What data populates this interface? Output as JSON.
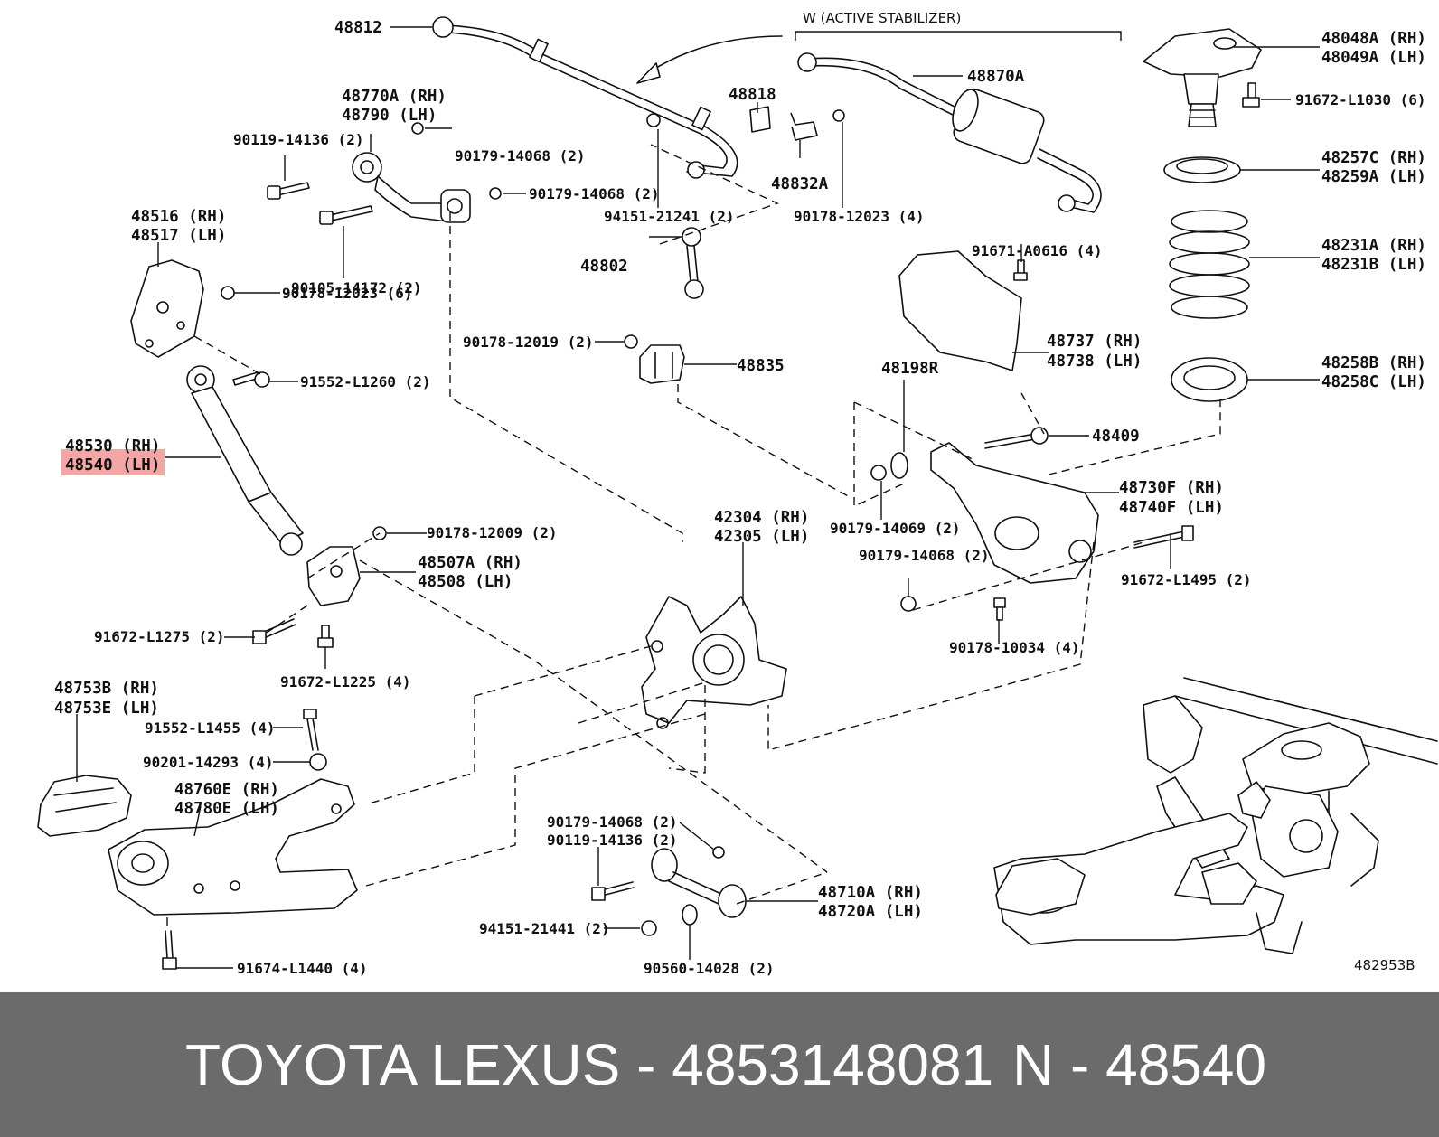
{
  "diagram": {
    "group_label": "W (ACTIVE STABILIZER)",
    "code": "482953B",
    "highlighted_label": "48540 (LH)",
    "labels": {
      "p48812": "48812",
      "p48870A": "48870A",
      "p48048A": "48048A (RH)",
      "p48049A": "48049A (LH)",
      "p91672_L1030": "91672-L1030 (6)",
      "p48770A": "48770A (RH)",
      "p48790": "48790 (LH)",
      "p90119_14136_top": "90119-14136 (2)",
      "p90179_14068_a": "90179-14068 (2)",
      "p90179_14068_b": "90179-14068 (2)",
      "p48818": "48818",
      "p48832A": "48832A",
      "p94151_21241": "94151-21241 (2)",
      "p90178_12023_4": "90178-12023 (4)",
      "p48257C": "48257C (RH)",
      "p48259A": "48259A (LH)",
      "p48516": "48516 (RH)",
      "p48517": "48517 (LH)",
      "p90105_14172": "90105-14172 (2)",
      "p90178_12023_6": "90178-12023 (6)",
      "p48802": "48802",
      "p91671_A0616": "91671-A0616 (4)",
      "p48231A": "48231A (RH)",
      "p48231B": "48231B (LH)",
      "p91552_L1260": "91552-L1260 (2)",
      "p90178_12019": "90178-12019 (2)",
      "p48835": "48835",
      "p48737": "48737 (RH)",
      "p48738": "48738 (LH)",
      "p48198R": "48198R",
      "p48258B": "48258B (RH)",
      "p48258C": "48258C (LH)",
      "p48530": "48530 (RH)",
      "p48409": "48409",
      "p48730F": "48730F (RH)",
      "p48740F": "48740F (LH)",
      "p90179_14069": "90179-14069 (2)",
      "p42304": "42304 (RH)",
      "p42305": "42305 (LH)",
      "p90178_12009": "90178-12009 (2)",
      "p48507A": "48507A (RH)",
      "p48508": "48508 (LH)",
      "p90179_14068_c": "90179-14068 (2)",
      "p91672_L1495": "91672-L1495 (2)",
      "p91672_L1275": "91672-L1275 (2)",
      "p90178_10034": "90178-10034 (4)",
      "p91672_L1225": "91672-L1225 (4)",
      "p48753B": "48753B (RH)",
      "p48753E": "48753E (LH)",
      "p91552_L1455": "91552-L1455 (4)",
      "p90201_14293": "90201-14293 (4)",
      "p48760E": "48760E (RH)",
      "p48780E": "48780E (LH)",
      "p90179_14068_d": "90179-14068 (2)",
      "p90119_14136_bot": "90119-14136 (2)",
      "p48710A": "48710A (RH)",
      "p48720A": "48720A (LH)",
      "p94151_21441": "94151-21441 (2)",
      "p91674_L1440": "91674-L1440 (4)",
      "p90560_14028": "90560-14028 (2)"
    }
  },
  "footer": {
    "title": "TOYOTA LEXUS - 4853148081",
    "ref": "N - 48540"
  },
  "colors": {
    "footer_bg": "#6b6b6b",
    "highlight": "#f3a6a6"
  }
}
